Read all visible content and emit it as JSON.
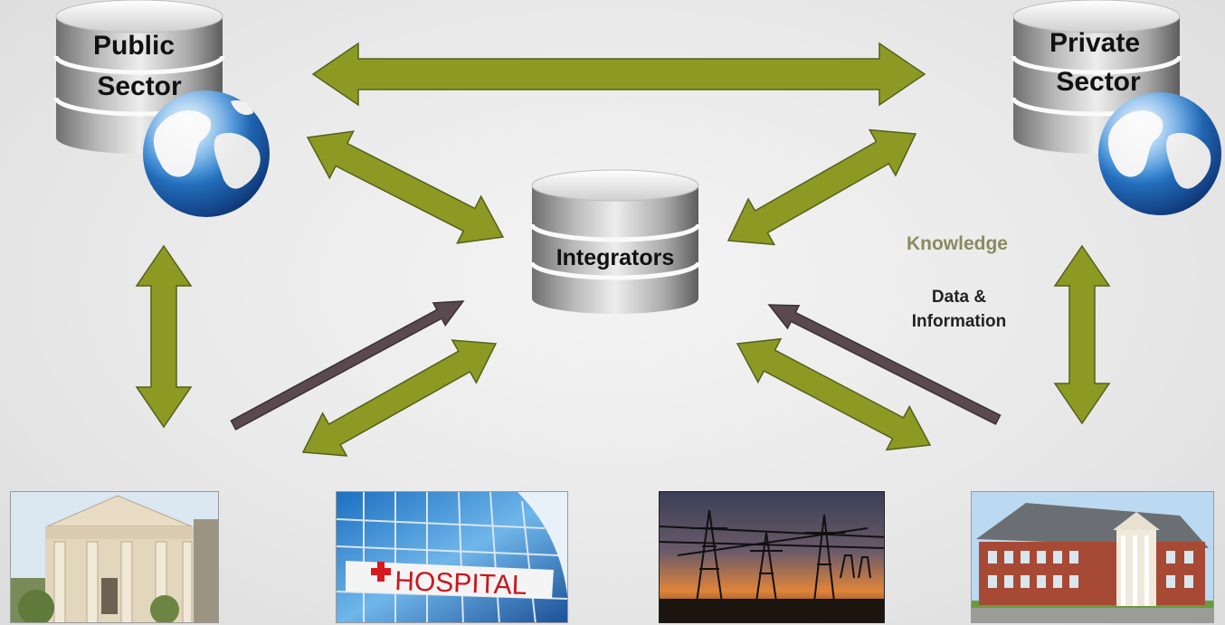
{
  "nodes": {
    "public_sector": {
      "line1": "Public",
      "line2": "Sector"
    },
    "private_sector": {
      "line1": "Private",
      "line2": "Sector"
    },
    "integrators": {
      "label": "Integrators"
    }
  },
  "legend": {
    "knowledge": "Knowledge",
    "data_information_line1": "Data &",
    "data_information_line2": "Information",
    "knowledge_color": "#8b8a5e",
    "data_color": "#222222"
  },
  "colors": {
    "knowledge_arrow": "#8c9a24",
    "data_arrow": "#5a4a4f",
    "arrow_stroke": "#55601a"
  },
  "photos": {
    "government_building": "courthouse-photo",
    "hospital": {
      "sign": "HOSPITAL"
    },
    "power_grid": "power-lines-photo",
    "office_building": "brick-office-photo"
  }
}
